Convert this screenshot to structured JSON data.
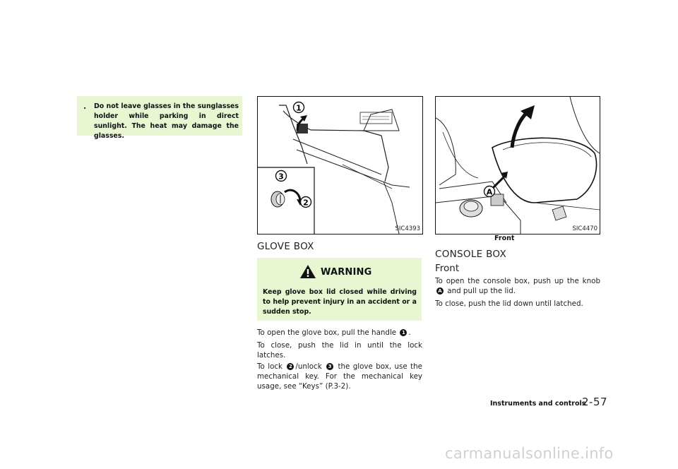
{
  "note": {
    "bullet": ".",
    "text": "Do not leave glasses in the sunglasses holder while parking in direct sunlight. The heat may damage the glasses."
  },
  "figure1": {
    "code": "SIC4393",
    "callouts": [
      "1",
      "3",
      "2"
    ]
  },
  "figure2": {
    "code": "SIC4470",
    "caption": "Front",
    "callouts": [
      "A"
    ]
  },
  "glove_box": {
    "heading": "GLOVE BOX",
    "warning": {
      "label": "WARNING",
      "text": "Keep glove box lid closed while driving to help prevent injury in an accident or a sudden stop."
    },
    "p1_pre": "To open the glove box, pull the handle",
    "p1_ref": "1",
    "p1_post": ".",
    "p2": "To close, push the lid in until the lock latches.",
    "p3_a": "To lock",
    "p3_ref1": "2",
    "p3_b": "/unlock",
    "p3_ref2": "3",
    "p3_c": "the glove box, use the mechanical key. For the mechanical key usage, see “Keys” (P.3-2)."
  },
  "console_box": {
    "heading": "CONSOLE BOX",
    "subheading": "Front",
    "p1_pre": "To open the console box, push up the knob",
    "p1_ref": "A",
    "p1_post": "and pull up the lid.",
    "p2": "To close, push the lid down until latched."
  },
  "footer": {
    "section": "Instruments and controls",
    "page": "2-57"
  },
  "watermark": "carmanualsonline.info"
}
